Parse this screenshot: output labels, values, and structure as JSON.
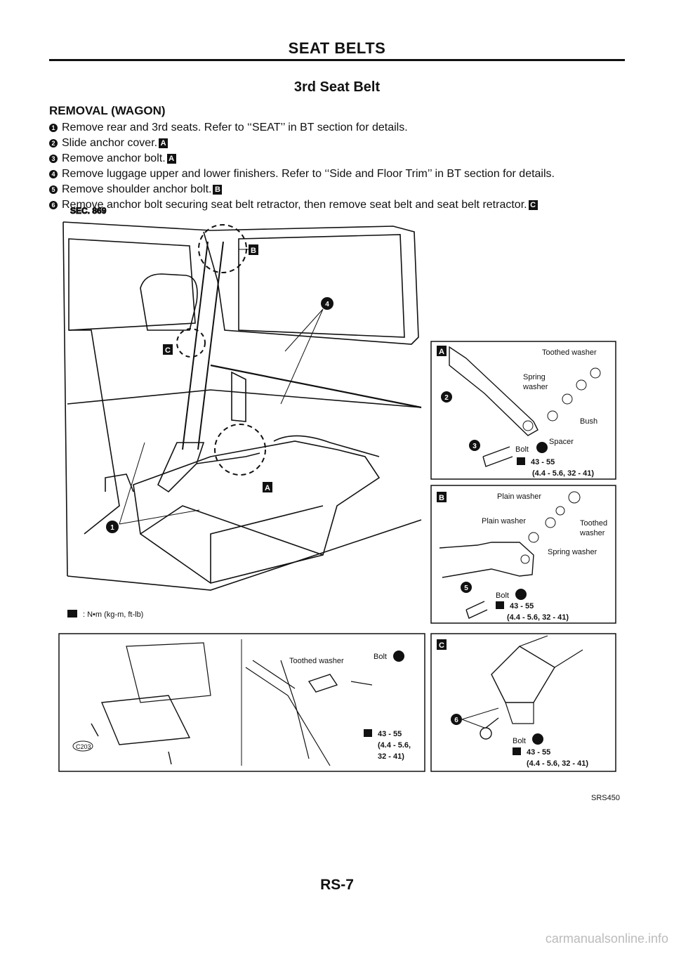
{
  "header": {
    "section": "SEAT BELTS"
  },
  "title": "3rd Seat Belt",
  "subtitle": "REMOVAL (WAGON)",
  "steps": [
    {
      "num": "1",
      "text": "Remove rear and 3rd seats. Refer to ‘‘SEAT’’ in BT section for details.",
      "flag": ""
    },
    {
      "num": "2",
      "text": "Slide anchor cover.",
      "flag": "A"
    },
    {
      "num": "3",
      "text": "Remove anchor bolt.",
      "flag": "A"
    },
    {
      "num": "4",
      "text": "Remove luggage upper and lower finishers. Refer to ‘‘Side and Floor Trim’’ in BT section for details.",
      "flag": ""
    },
    {
      "num": "5",
      "text": "Remove shoulder anchor bolt.",
      "flag": "B"
    },
    {
      "num": "6",
      "text": "Remove anchor bolt securing seat belt retractor, then remove seat belt and seat belt retractor.",
      "flag": "C"
    }
  ],
  "figure": {
    "sec": "SEC. 869",
    "legend": ": N•m (kg-m, ft-lb)",
    "code": "SRS450",
    "callouts": {
      "c1": "1",
      "c4": "4",
      "fA": "A",
      "fB": "B",
      "fC": "C"
    },
    "panelA": {
      "flag": "A",
      "toothed": "Toothed washer",
      "spring1": "Spring",
      "spring2": "washer",
      "bush": "Bush",
      "spacer": "Spacer",
      "bolt": "Bolt",
      "torque": "43 - 55",
      "torque2": "(4.4 - 5.6, 32 - 41)",
      "n2": "2",
      "n3": "3"
    },
    "panelB": {
      "flag": "B",
      "plain1": "Plain washer",
      "plain2": "Plain washer",
      "toothed1": "Toothed",
      "toothed2": "washer",
      "spring": "Spring washer",
      "bolt": "Bolt",
      "torque": "43 - 55",
      "torque2": "(4.4 - 5.6, 32 - 41)",
      "n5": "5"
    },
    "panelD": {
      "code": "C203",
      "toothed": "Toothed washer",
      "bolt": "Bolt",
      "torque": "43 - 55",
      "torque2": "(4.4 - 5.6,",
      "torque3": "32 - 41)"
    },
    "panelC": {
      "flag": "C",
      "bolt": "Bolt",
      "torque": "43 - 55",
      "torque2": "(4.4 - 5.6, 32 - 41)",
      "n6": "6"
    }
  },
  "page_number": "RS-7",
  "watermark": "carmanualsonline.info"
}
